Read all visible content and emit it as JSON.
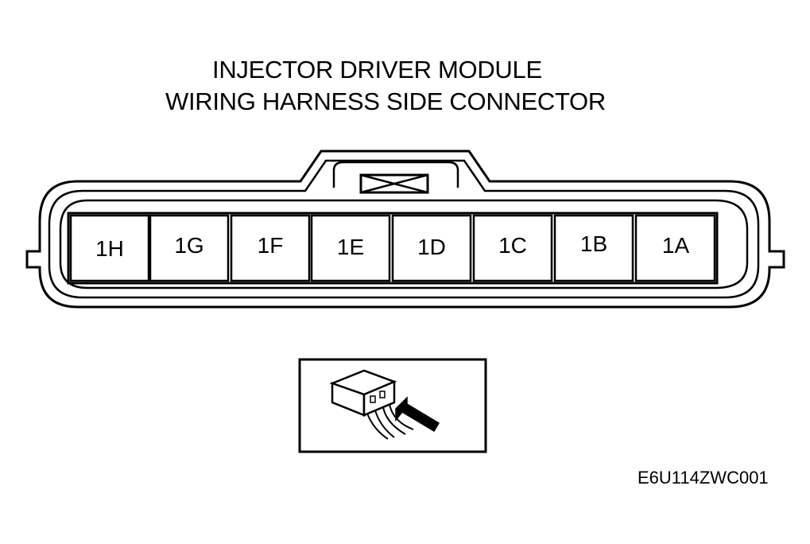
{
  "title": {
    "line1": "INJECTOR DRIVER MODULE",
    "line2": "WIRING HARNESS SIDE CONNECTOR"
  },
  "connector": {
    "pins": [
      "1H",
      "1G",
      "1F",
      "1E",
      "1D",
      "1C",
      "1B",
      "1A"
    ]
  },
  "inset": {
    "icon": "harness-side-connector-view-icon"
  },
  "diagram_code": "E6U114ZWC001"
}
